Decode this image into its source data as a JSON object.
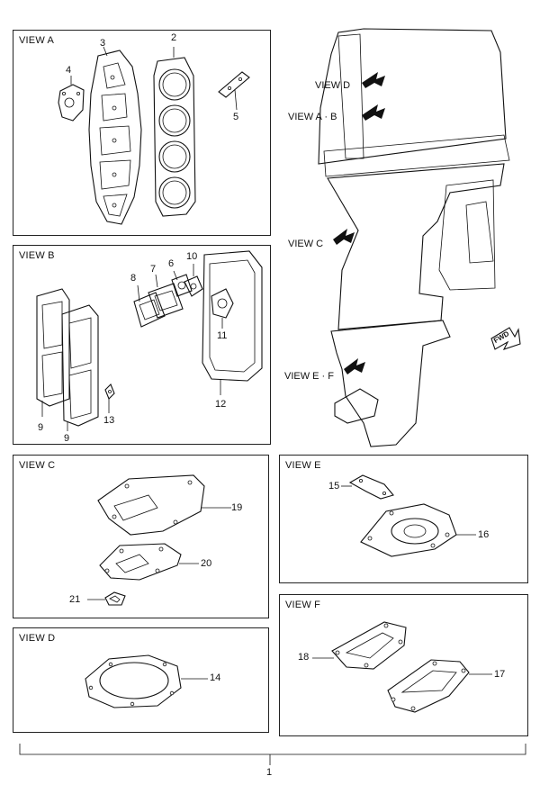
{
  "views": {
    "a": {
      "title": "VIEW A"
    },
    "b": {
      "title": "VIEW B"
    },
    "c": {
      "title": "VIEW C"
    },
    "d": {
      "title": "VIEW D"
    },
    "e": {
      "title": "VIEW E"
    },
    "f": {
      "title": "VIEW F"
    }
  },
  "callouts": {
    "view_d": "VIEW D",
    "view_ab": "VIEW A · B",
    "view_c": "VIEW C",
    "view_ef": "VIEW E · F",
    "fwd": "FWD"
  },
  "parts": {
    "p1": "1",
    "p2": "2",
    "p3": "3",
    "p4": "4",
    "p5": "5",
    "p6": "6",
    "p7": "7",
    "p8": "8",
    "p9a": "9",
    "p9b": "9",
    "p10": "10",
    "p11": "11",
    "p12": "12",
    "p13": "13",
    "p14": "14",
    "p15": "15",
    "p16": "16",
    "p17": "17",
    "p18": "18",
    "p19": "19",
    "p20": "20",
    "p21": "21"
  }
}
